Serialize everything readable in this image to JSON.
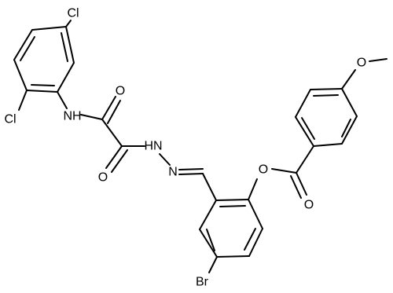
{
  "figure": {
    "background": "#ffffff",
    "ink": "#000000"
  },
  "atom_labels": {
    "cl_top": "Cl",
    "cl_left": "Cl",
    "nh_amide": "NH",
    "o_amide1": "O",
    "o_amide2": "O",
    "hn_hydrazide": "HN",
    "n_imine": "N",
    "o_ester": "O",
    "o_carbonyl": "O",
    "o_methoxy": "O",
    "br": "Br"
  }
}
